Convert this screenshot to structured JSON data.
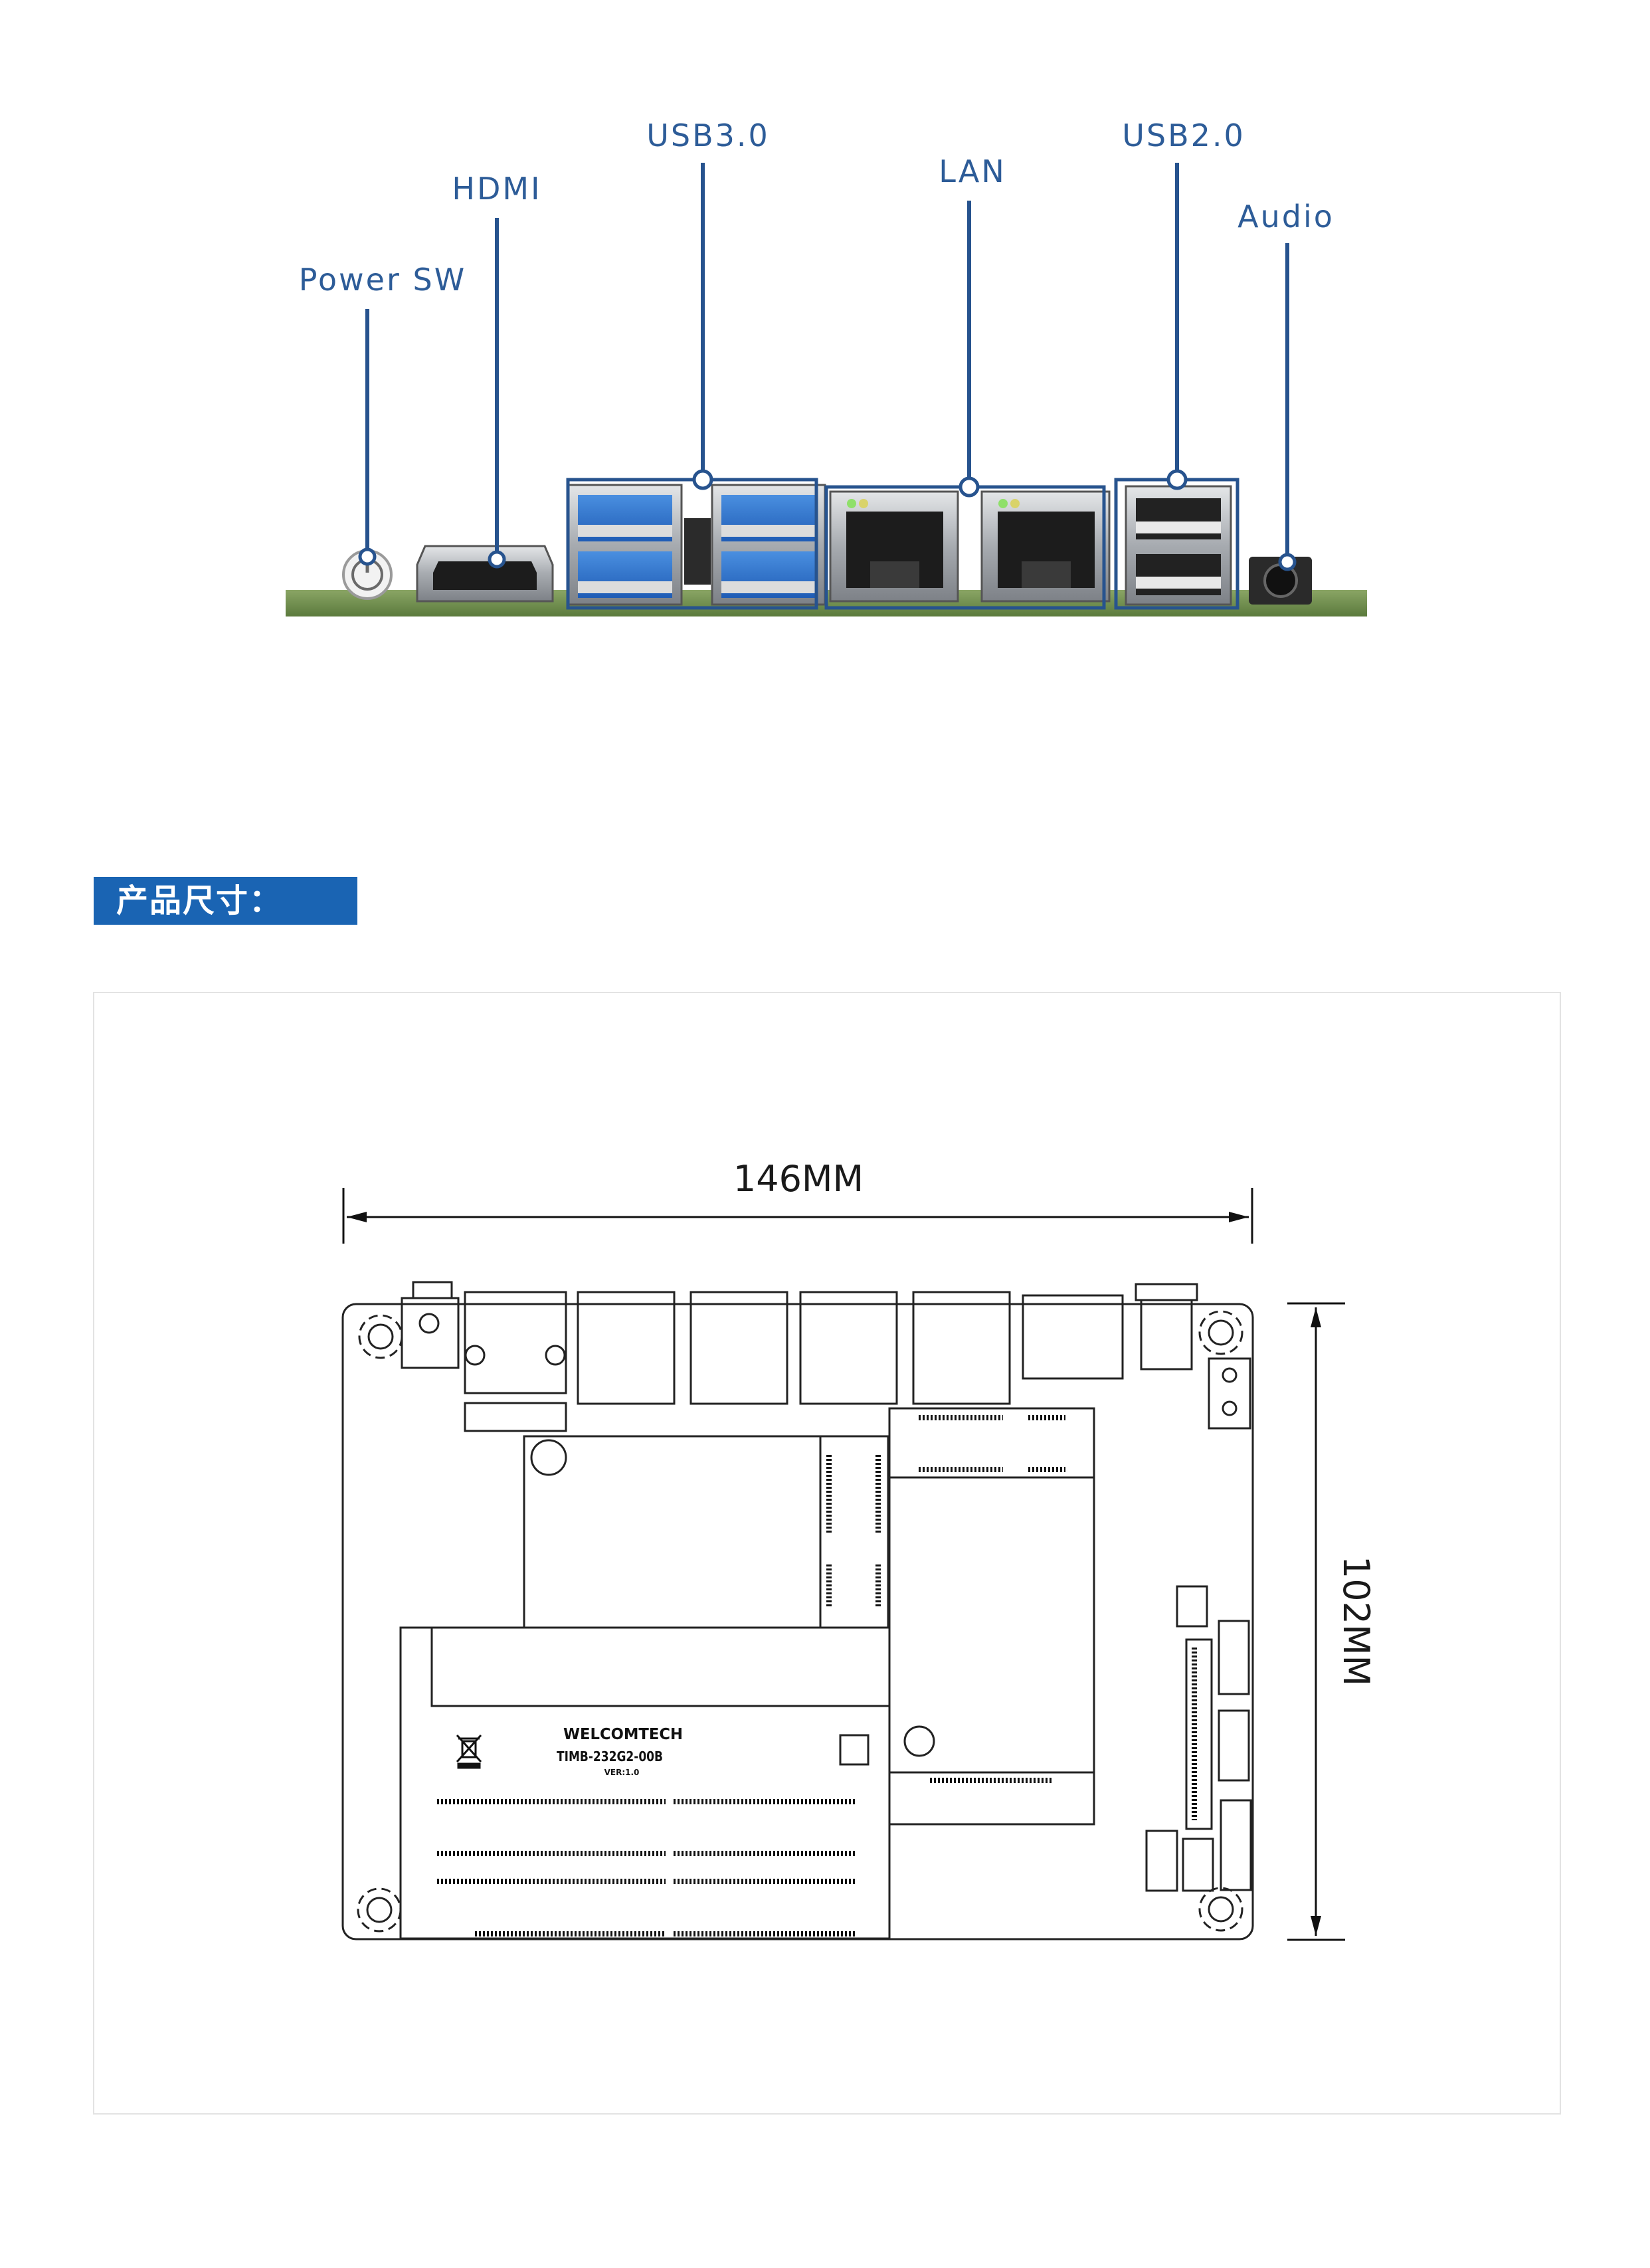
{
  "port_labels": {
    "power_sw": "Power SW",
    "hdmi": "HDMI",
    "usb30": "USB3.0",
    "lan": "LAN",
    "usb20": "USB2.0",
    "audio": "Audio"
  },
  "section": {
    "title": "产品尺寸："
  },
  "dimensions": {
    "width": "146MM",
    "height": "102MM"
  },
  "board": {
    "brand": "WELCOMTECH",
    "model": "TIMB-232G2-00B",
    "version": "VER:1.0"
  },
  "colors": {
    "accent": "#2d5c98",
    "title_bg": "#1a64b3",
    "pcb_green": "#6f8f4e"
  }
}
